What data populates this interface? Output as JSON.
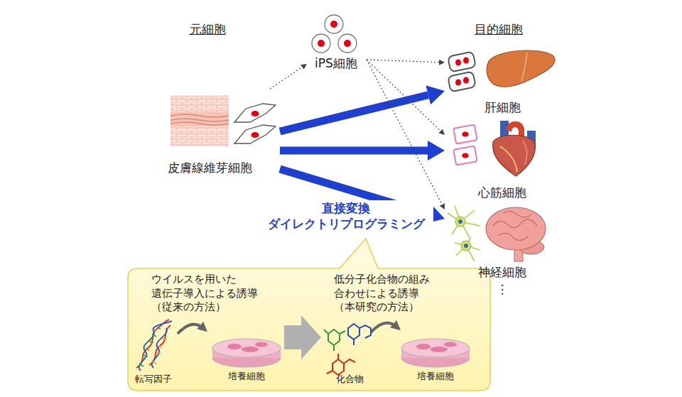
{
  "diagram": {
    "nodes": [
      {
        "text": [
          "皮膚線維芽細胞"
        ]
      },
      {
        "text": [
          "iPS細胞"
        ]
      },
      {
        "text": [
          "肝細胞"
        ]
      },
      {
        "text": [
          "心筋細胞"
        ]
      },
      {
        "text": [
          "神経細胞"
        ]
      },
      {
        "text": [
          "ウイルスを用いた 遺伝子導入による誘導 （従来の方法）",
          "低分子化合物の組み 合わせによる誘導 （本研究の方法）"
        ]
      }
    ],
    "edges": [
      {
        "from": 0,
        "to": 2,
        "arrow": "to"
      },
      {
        "from": 0,
        "to": 3,
        "arrow": "to"
      },
      {
        "from": 0,
        "to": 4,
        "arrow": "to"
      },
      {
        "from": 0,
        "to": 1,
        "arrow": "to"
      },
      {
        "from": 1,
        "to": 2,
        "arrow": "to"
      },
      {
        "from": 1,
        "to": 3,
        "arrow": "to"
      },
      {
        "from": 1,
        "to": 4,
        "arrow": "to"
      }
    ],
    "labels": [
      "元細胞",
      "目的細胞",
      "直接変換 ダイレクトリプログラミング",
      "⋮",
      "転写因子",
      "培養細胞",
      "化合物",
      "培養細胞"
    ]
  }
}
